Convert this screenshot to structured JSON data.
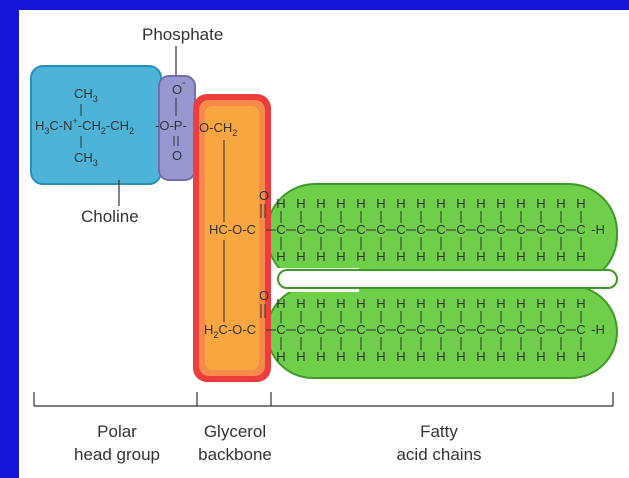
{
  "labels": {
    "phosphate": "Phosphate",
    "choline": "Choline"
  },
  "choline_group": {
    "top": [
      "CH",
      "3"
    ],
    "left": [
      "H",
      "3",
      "C-N",
      "+",
      "-CH",
      "2",
      "-CH",
      "2"
    ],
    "bottom": [
      "CH",
      "3"
    ]
  },
  "phosphate_group": {
    "o_top": "O",
    "o_minus": "-",
    "o_mid": "-O-P-",
    "o_bottom": "O"
  },
  "glycerol_group": {
    "top": [
      "O-CH",
      "2"
    ],
    "mid": "HC-O-C",
    "bottom": [
      "H",
      "2",
      "C-O-C"
    ],
    "carbonyl_o": "O"
  },
  "fatty_chains": {
    "h": "H",
    "c": "C",
    "terminal": "-H",
    "carbon_count": 16
  },
  "footer": {
    "polar_line1": "Polar",
    "polar_line2": "head group",
    "glycerol_line1": "Glycerol",
    "glycerol_line2": "backbone",
    "fatty_line1": "Fatty",
    "fatty_line2": "acid chains"
  },
  "colors": {
    "background": "#1515d8",
    "choline_fill": "#4db3d8",
    "phosphate_fill": "#9898d0",
    "glycerol_outer": "#ee3d3d",
    "glycerol_inner": "#f8a640",
    "chain_fill": "#6fcf4a"
  }
}
